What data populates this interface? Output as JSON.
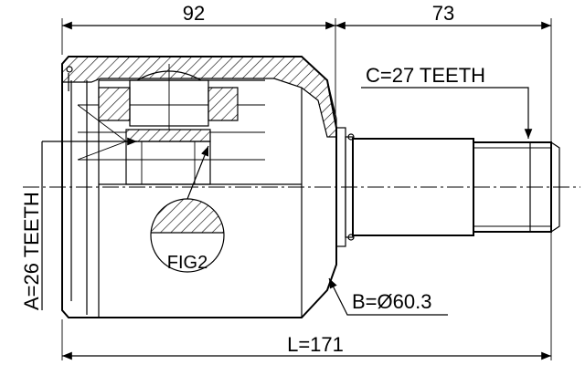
{
  "dimensions": {
    "left_length": "92",
    "right_length": "73",
    "total_length": "L=171"
  },
  "labels": {
    "outer_teeth": "C=27 TEETH",
    "inner_teeth": "A=26 TEETH",
    "diameter": "B=Ø60.3",
    "detail": "FIG2"
  }
}
